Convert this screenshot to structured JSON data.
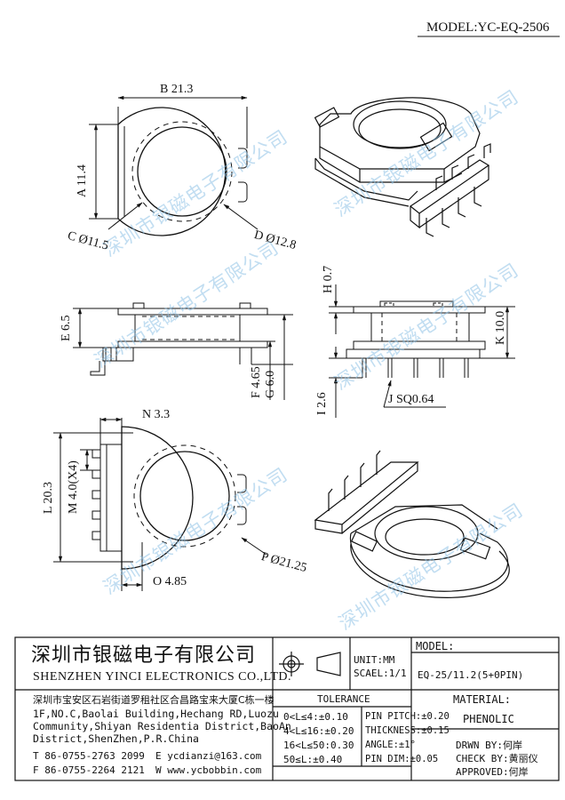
{
  "model_header": "MODEL:YC-EQ-2506",
  "watermark": "深圳市银磁电子有限公司",
  "dims": {
    "b": "B 21.3",
    "a": "A 11.4",
    "c": "C Ø11.5",
    "d": "D Ø12.8",
    "e": "E 6.5",
    "f": "F 4.65",
    "g": "G 6.0",
    "h": "H 0.7",
    "k": "K 10.0",
    "i": "I 2.6",
    "j": "J SQ0.64",
    "n": "N 3.3",
    "l": "L 20.3",
    "m": "M 4.0(X4)",
    "o": "O 4.85",
    "p": "P Ø21.25"
  },
  "title_block": {
    "company_cn": "深圳市银磁电子有限公司",
    "company_en": "SHENZHEN YINCI ELECTRONICS CO.,LTD.",
    "address_cn": "深圳市宝安区石岩街道罗租社区合昌路宝来大厦C栋一楼",
    "address_en": [
      "1F,NO.C,Baolai Building,Hechang RD,Luozu",
      "Community,Shiyan Residentia District,BaoAn",
      "District,ShenZhen,P.R.China"
    ],
    "tel": "T 86-0755-2763 2099",
    "fax": "F 86-0755-2264 2121",
    "email": "E ycdianzi@163.com",
    "web": "W www.ycbobbin.com",
    "unit": "UNIT:MM",
    "scale": "SCAEL:1/1",
    "model_label": "MODEL:",
    "model_value": "EQ-25/11.2(5+0PIN)",
    "tolerance_title": "TOLERANCE",
    "tol_left": [
      "0<L≤4:±0.10",
      "4<L≤16:±0.20",
      "16<L≤50:0.30",
      "50≤L:±0.40"
    ],
    "tol_right": [
      "PIN PITCH:±0.20",
      "THICKNESS:±0.15",
      "ANGLE:±1°",
      "PIN DIM:±0.05"
    ],
    "material_label": "MATERIAL:",
    "material_value": "PHENOLIC",
    "drawn_by": "DRWN BY:何岸",
    "check_by": "CHECK BY:黄丽仪",
    "approved": "APPROVED:何岸"
  }
}
